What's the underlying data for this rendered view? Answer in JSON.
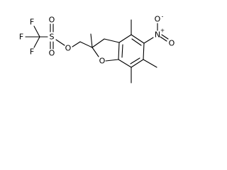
{
  "molecule": {
    "atoms": {
      "f_top": "F",
      "f_left": "F",
      "f_bottom": "F",
      "s": "S",
      "o_sulfonyl_top": "O",
      "o_sulfonyl_bottom": "O",
      "o_ester": "O",
      "o_ring": "O",
      "n_nitro": "N",
      "n_charge": "+",
      "o_nitro_neg": "O",
      "o_nitro_neg_charge": "-",
      "o_nitro_dbl": "O"
    },
    "colors": {
      "bond": "#000000",
      "label": "#000000",
      "background": "#ffffff"
    }
  }
}
